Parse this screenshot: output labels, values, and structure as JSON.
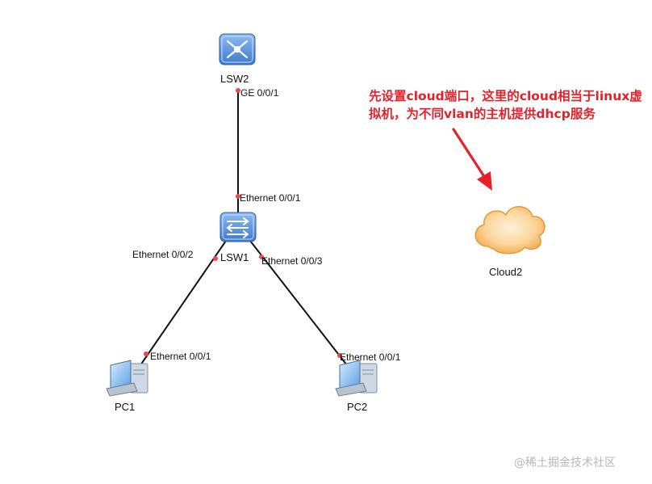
{
  "devices": {
    "lsw2": "LSW2",
    "lsw1": "LSW1",
    "pc1": "PC1",
    "pc2": "PC2",
    "cloud": "Cloud2"
  },
  "ports": {
    "lsw2_ge": "GE 0/0/1",
    "lsw1_e1": "Ethernet 0/0/1",
    "lsw1_e2": "Ethernet 0/0/2",
    "lsw1_e3": "Ethernet 0/0/3",
    "pc1_e1": "Ethernet 0/0/1",
    "pc2_e1": "Ethernet 0/0/1"
  },
  "annotation": "先设置cloud端口，这里的cloud相当于linux虚拟机，为不同vlan的主机提供dhcp服务",
  "watermark": "@稀土掘金技术社区",
  "colors": {
    "annotation": "#e8202a",
    "port_dot": "#e84a4a",
    "switch": "#4a86d8",
    "cloud": "#f6c27a"
  }
}
